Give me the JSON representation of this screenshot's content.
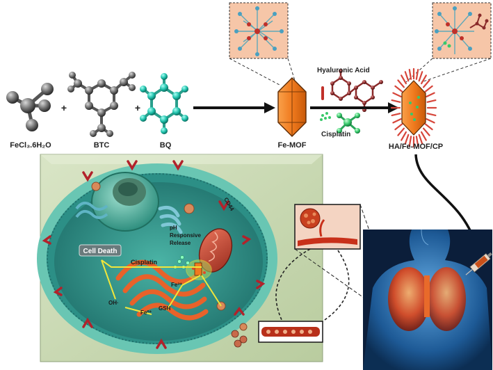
{
  "synthesis": {
    "reagents": [
      {
        "label": "FeCl₃.6H₂O"
      },
      {
        "label": "BTC"
      },
      {
        "label": "BQ"
      }
    ],
    "plus": "+",
    "mof_label": "Fe-MOF",
    "product_label": "HA/Fe-MOF/CP",
    "additives": {
      "hyaluronic_acid": "Hyaluronic Acid",
      "cisplatin": "Cisplatin"
    }
  },
  "cell": {
    "cd44": "CD44",
    "cell_death": "Cell Death",
    "ph_release": [
      "pH",
      "Responsive",
      "Release"
    ],
    "cisplatin": "Cisplatin",
    "fe3": "Fe³⁺",
    "fe2": "Fe²⁺",
    "gsh": "GSH",
    "oh": "OH·"
  },
  "colors": {
    "panel_bg": "#c9d8b4",
    "membrane": "#3aa7a0",
    "cytoplasm": "#2f8f88",
    "mof": "#f07a1e",
    "ha_spikes": "#d6453a",
    "cd44": "#b2222b",
    "er": "#e8622a",
    "connector": "#f2e63a",
    "body_blue": "#3f8fd1",
    "lungs": "#e04a1f"
  }
}
